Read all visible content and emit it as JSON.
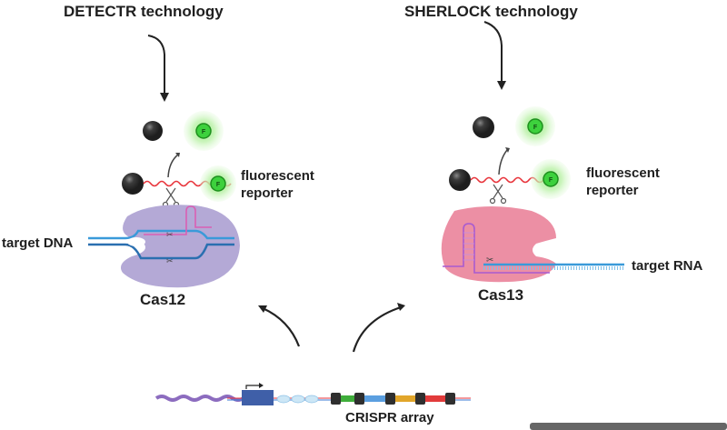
{
  "left_panel": {
    "title": "DETECTR technology",
    "protein_label": "Cas12",
    "target_label": "target DNA",
    "reporter_label_line1": "fluorescent",
    "reporter_label_line2": "reporter",
    "fluorophore_letter": "F",
    "protein_color": "#b4a9d6"
  },
  "right_panel": {
    "title": "SHERLOCK technology",
    "protein_label": "Cas13",
    "target_label": "target RNA",
    "reporter_label_line1": "fluorescent",
    "reporter_label_line2": "reporter",
    "fluorophore_letter": "F",
    "protein_color": "#ec8fa4"
  },
  "bottom": {
    "label": "CRISPR array",
    "spacer_colors": [
      "#3fae3b",
      "#5b9fe0",
      "#e2a62a",
      "#e23b3b"
    ]
  },
  "colors": {
    "quencher": "#3a3a3a",
    "fluorophore": "#3dd13d",
    "glow": "#b9f0a6",
    "reporter_strand": "#e8333a",
    "dna_strand": "#3a9ad9",
    "guide_rna": "#d95fb4",
    "crrna_cas13": "#a85bd0"
  }
}
